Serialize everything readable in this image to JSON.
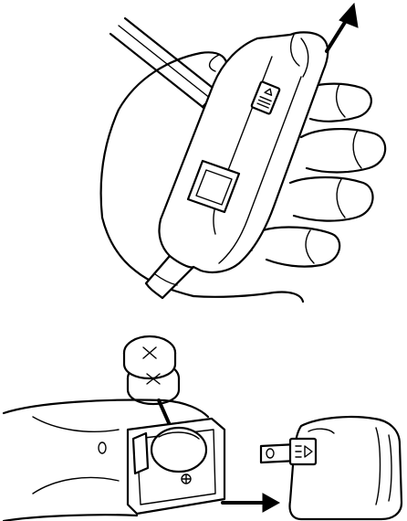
{
  "figure": {
    "panels": [
      {
        "id": "panel-top",
        "depicts": "hand-holding-meter-with-pen-pressing-reset-arrow-up"
      },
      {
        "id": "panel-bottom",
        "depicts": "coin-cell-batteries-inserted-into-compartment-then-cap-closed"
      }
    ],
    "icons": [
      "pen-icon",
      "hand-icon",
      "meter-icon",
      "up-arrow-icon",
      "battery-icon",
      "right-arrow-icon"
    ],
    "colors": {
      "line": "#000000",
      "background": "#ffffff"
    }
  }
}
